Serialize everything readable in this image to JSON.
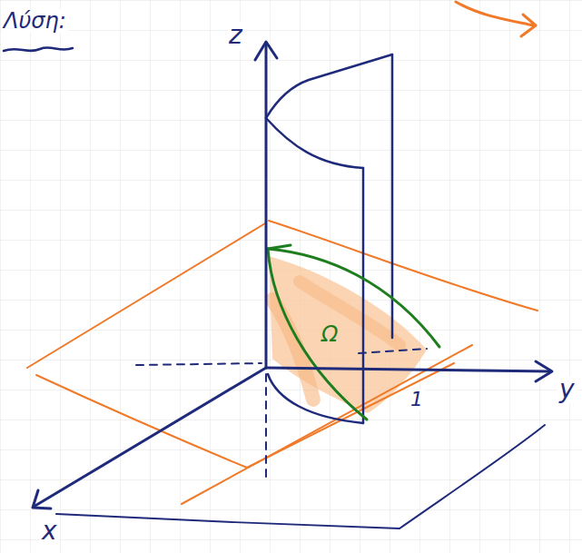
{
  "diagram": {
    "labels": [
      "Λύση:",
      "z",
      "y",
      "x",
      "1",
      "Ω"
    ]
  }
}
